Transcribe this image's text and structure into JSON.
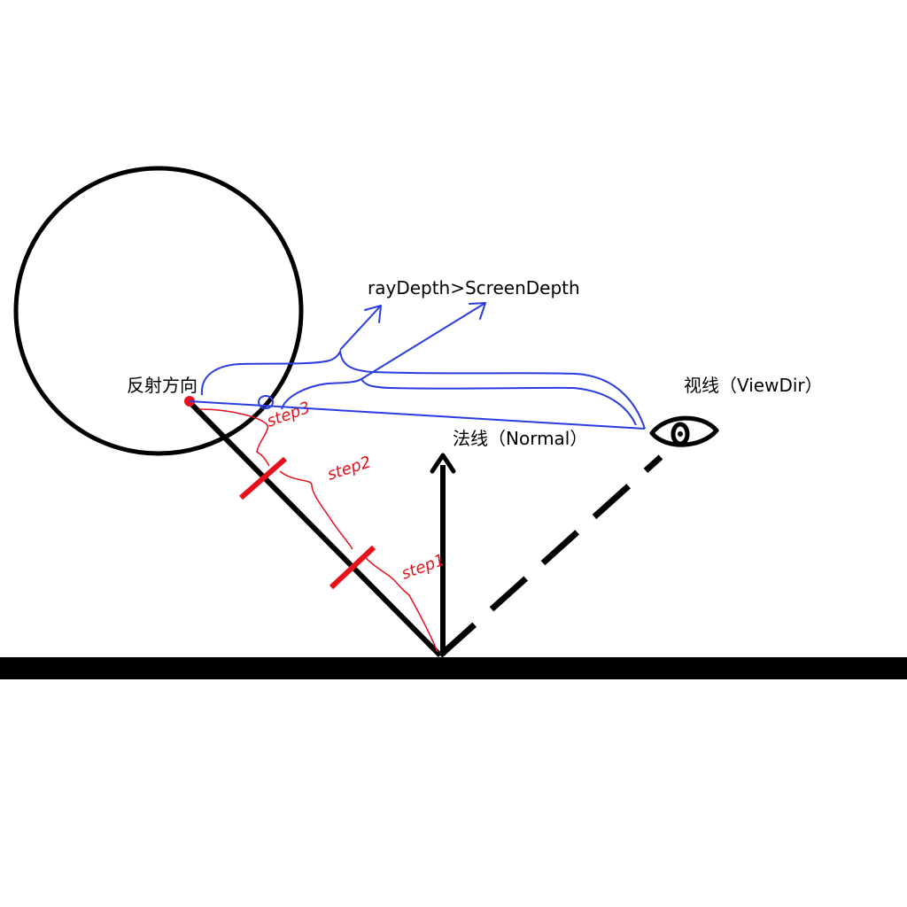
{
  "labels": {
    "reflect_dir": "反射方向",
    "view_dir": "视线（ViewDir）",
    "normal": "法线（Normal）",
    "ray_depth": "rayDepth>ScreenDepth"
  },
  "step_labels": {
    "step1": "step1",
    "step2": "step2",
    "step3": "step3"
  },
  "colors": {
    "ink": "#000000",
    "red": "#e8101a",
    "blue": "#2a3de0"
  },
  "icons": {
    "eye": "eye-icon"
  }
}
